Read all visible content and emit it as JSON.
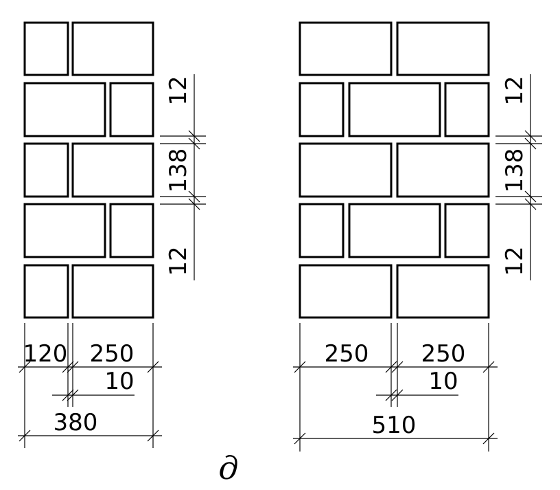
{
  "colors": {
    "stroke": "#000000",
    "background": "#ffffff"
  },
  "left_diagram": {
    "height_labels": {
      "top": "12",
      "middle": "138",
      "bottom": "12"
    },
    "width_labels": {
      "part_a": "120",
      "part_b": "250",
      "joint": "10",
      "total": "380"
    }
  },
  "right_diagram": {
    "height_labels": {
      "top": "12",
      "middle": "138",
      "bottom": "12"
    },
    "width_labels": {
      "part_a": "250",
      "part_b": "250",
      "joint": "10",
      "total": "510"
    }
  },
  "caption": "д"
}
